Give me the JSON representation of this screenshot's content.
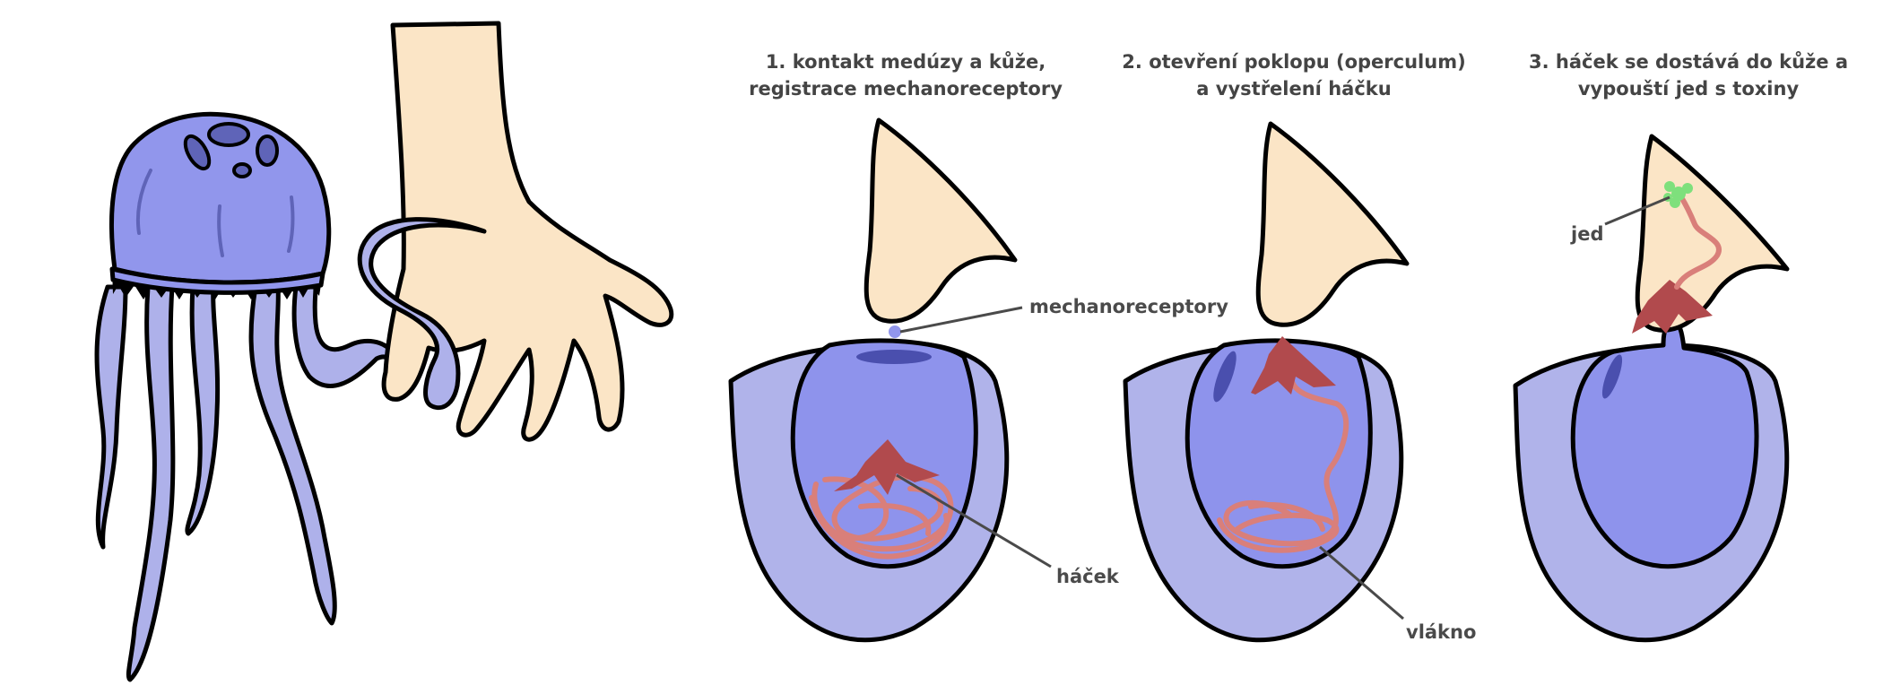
{
  "steps": [
    {
      "line1": "1. kontakt medúzy a kůže,",
      "line2": "registrace mechanoreceptory"
    },
    {
      "line1": "2. otevření poklopu (operculum)",
      "line2": "a vystřelení háčku"
    },
    {
      "line1": "3. háček se dostává do kůže a",
      "line2": "vypouští jed s toxiny"
    }
  ],
  "labels": {
    "mechanoreceptors": "mechanoreceptory",
    "hook": "háček",
    "thread": "vlákno",
    "venom": "jed"
  },
  "colors": {
    "jellyfish": "#9196ec",
    "tentacle": "#aeb1ea",
    "capsule_outer": "#b0b3ea",
    "capsule_inner": "#8e93ec",
    "skin": "#fbe5c6",
    "hook": "#b14a4d",
    "thread": "#d97f7a",
    "venom": "#7ee07c",
    "outline": "#000000",
    "label_text": "#4a4a4a"
  }
}
